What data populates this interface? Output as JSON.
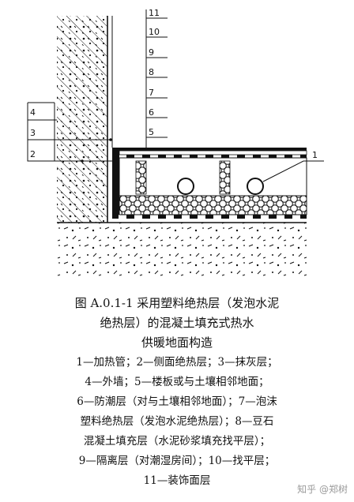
{
  "diagram": {
    "left_callouts": [
      "4",
      "3",
      "2"
    ],
    "right_callouts": [
      "11",
      "10",
      "9",
      "8",
      "7",
      "6",
      "5"
    ],
    "pipe_callout": "1"
  },
  "caption": {
    "title_line1": "图 A.0.1-1   采用塑料绝热层（发泡水泥",
    "title_line2": "绝热层）的混凝土填充式热水",
    "title_line3": "供暖地面构造",
    "legend": [
      "1—加热管；2—侧面绝热层；3—抹灰层；",
      "4—外墙；5—楼板或与土壤相邻地面；",
      "6—防潮层（对与土壤相邻地面）；7—泡沫",
      "塑料绝热层（发泡水泥绝热层）；8—豆石",
      "混凝土填充层（水泥砂浆填充找平层）；",
      "9—隔离层（对潮湿房间）；10—找平层；",
      "11—装饰面层"
    ]
  },
  "watermark": "知乎 @郑树",
  "colors": {
    "ink": "#111111",
    "background": "#ffffff",
    "watermark": "#9a9a9a"
  }
}
